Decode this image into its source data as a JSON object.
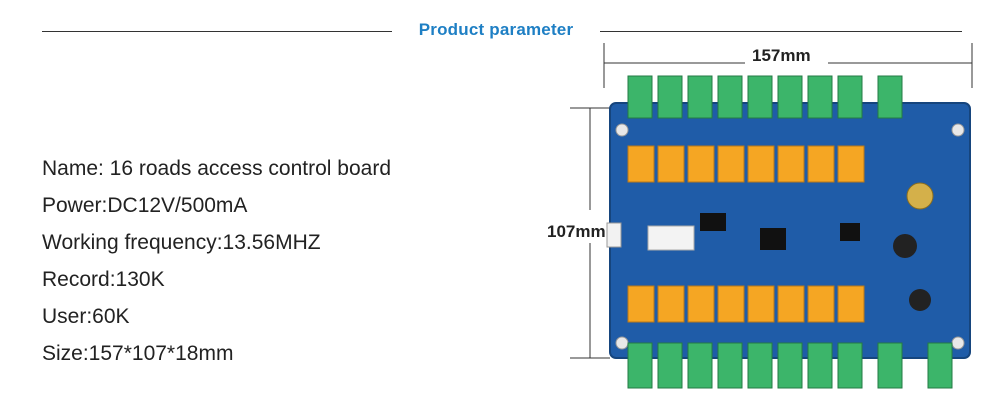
{
  "header": {
    "title": "Product parameter"
  },
  "specs": {
    "name": "Name: 16 roads access control board",
    "power": "Power:DC12V/500mA",
    "frequency": "Working frequency:13.56MHZ",
    "record": "Record:130K",
    "user": "User:60K",
    "size": "Size:157*107*18mm"
  },
  "dimensions": {
    "width_label": "157mm",
    "height_label": "107mm"
  },
  "colors": {
    "accent": "#1e7fc4",
    "pcb": "#1f5ca8",
    "relay": "#f5a623",
    "terminal": "#3cb56a"
  }
}
